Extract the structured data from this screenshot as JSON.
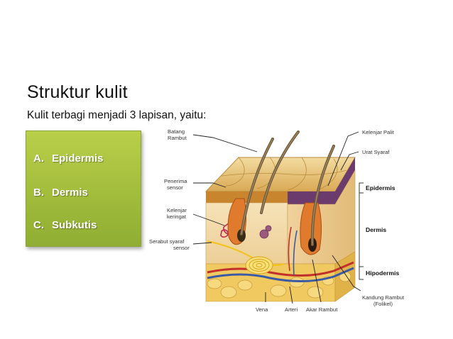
{
  "slide": {
    "title": "Struktur kulit",
    "subtitle": "Kulit terbagi menjadi 3 lapisan, yaitu:"
  },
  "layers": [
    {
      "letter": "A.",
      "name": "Epidermis"
    },
    {
      "letter": "B.",
      "name": "Dermis"
    },
    {
      "letter": "C.",
      "name": "Subkutis"
    }
  ],
  "diagram_labels": {
    "batang_rambut": [
      "Batang",
      "Rambut"
    ],
    "penerima_sensor": [
      "Penerima",
      "sensor"
    ],
    "kelenjar_keringat": [
      "Kelenjar",
      "keringat"
    ],
    "serabut_syaraf_sensor": [
      "Serabut syaraf",
      "sensor"
    ],
    "kelenjar_palit": "Kelenjar Palit",
    "urat_syaraf": "Urat Syaraf",
    "epidermis": "Epidermis",
    "dermis": "Dermis",
    "hipodermis": "Hipodermis",
    "kandung_rambut": [
      "Kandung Rambut",
      "(Folikel)"
    ],
    "vena": "Vena",
    "arteri": "Arteri",
    "akar_rambut": "Akar Rambut"
  },
  "colors": {
    "panel_green": "#a6bf3f",
    "skin_surface": "#e9c77d",
    "dermis": "#f3d9a6",
    "fat": "#f2cc68",
    "hair": "#6e5a3a"
  }
}
